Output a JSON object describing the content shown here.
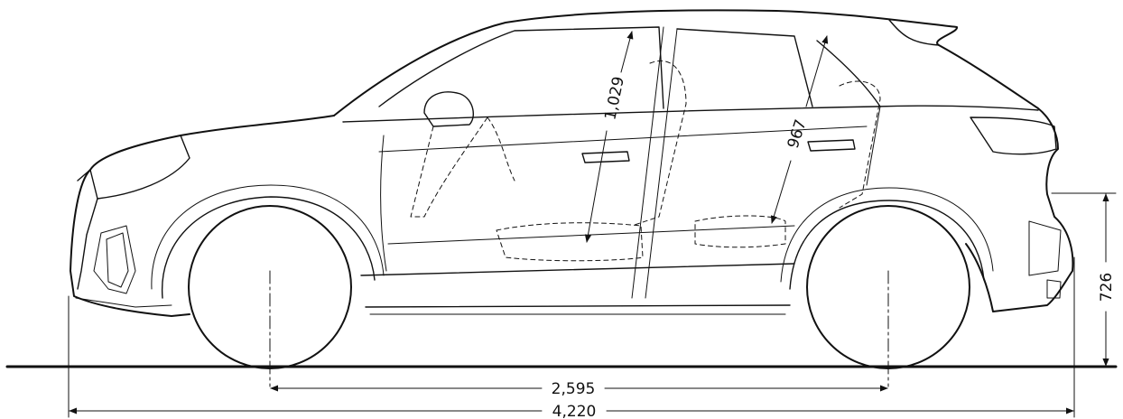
{
  "dimensions": {
    "wheelbase": "2,595",
    "overall_length": "4,220",
    "ground_to_rear_sill": "726",
    "front_headroom": "1,029",
    "rear_headroom": "967"
  }
}
